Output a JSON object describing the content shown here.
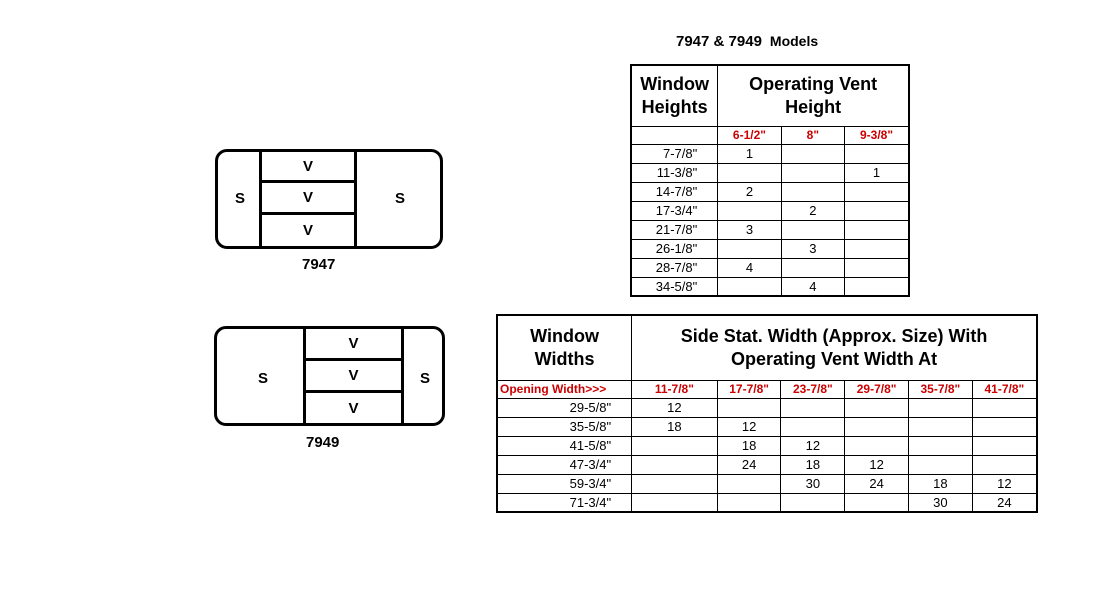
{
  "title": {
    "models_numbers": "7947 & 7949",
    "models_word": "Models"
  },
  "diagrams": [
    {
      "label": "7947",
      "side_left": "S",
      "side_right": "S",
      "vents": [
        "V",
        "V",
        "V"
      ]
    },
    {
      "label": "7949",
      "side_left": "S",
      "side_right": "S",
      "vents": [
        "V",
        "V",
        "V"
      ]
    }
  ],
  "heights_table": {
    "col1_header": [
      "Window",
      "Heights"
    ],
    "group_header": [
      "Operating Vent",
      "Height"
    ],
    "sub_headers": [
      "6-1/2\"",
      "8\"",
      "9-3/8\""
    ],
    "rows": [
      {
        "label": "7-7/8\"",
        "values": [
          "1",
          "",
          ""
        ]
      },
      {
        "label": "11-3/8\"",
        "values": [
          "",
          "",
          "1"
        ]
      },
      {
        "label": "14-7/8\"",
        "values": [
          "2",
          "",
          ""
        ]
      },
      {
        "label": "17-3/4\"",
        "values": [
          "",
          "2",
          ""
        ]
      },
      {
        "label": "21-7/8\"",
        "values": [
          "3",
          "",
          ""
        ]
      },
      {
        "label": "26-1/8\"",
        "values": [
          "",
          "3",
          ""
        ]
      },
      {
        "label": "28-7/8\"",
        "values": [
          "4",
          "",
          ""
        ]
      },
      {
        "label": "34-5/8\"",
        "values": [
          "",
          "4",
          ""
        ]
      }
    ]
  },
  "widths_table": {
    "col1_header": [
      "Window",
      "Widths"
    ],
    "group_header": [
      "Side Stat. Width (Approx. Size) With",
      "Operating Vent Width At"
    ],
    "opening_label": "Opening Width>>>",
    "sub_headers": [
      "11-7/8\"",
      "17-7/8\"",
      "23-7/8\"",
      "29-7/8\"",
      "35-7/8\"",
      "41-7/8\""
    ],
    "rows": [
      {
        "label": "29-5/8\"",
        "values": [
          "12",
          "",
          "",
          "",
          "",
          ""
        ]
      },
      {
        "label": "35-5/8\"",
        "values": [
          "18",
          "12",
          "",
          "",
          "",
          ""
        ]
      },
      {
        "label": "41-5/8\"",
        "values": [
          "",
          "18",
          "12",
          "",
          "",
          ""
        ]
      },
      {
        "label": "47-3/4\"",
        "values": [
          "",
          "24",
          "18",
          "12",
          "",
          ""
        ]
      },
      {
        "label": "59-3/4\"",
        "values": [
          "",
          "",
          "30",
          "24",
          "18",
          "12"
        ]
      },
      {
        "label": "71-3/4\"",
        "values": [
          "",
          "",
          "",
          "",
          "30",
          "24"
        ]
      }
    ]
  }
}
